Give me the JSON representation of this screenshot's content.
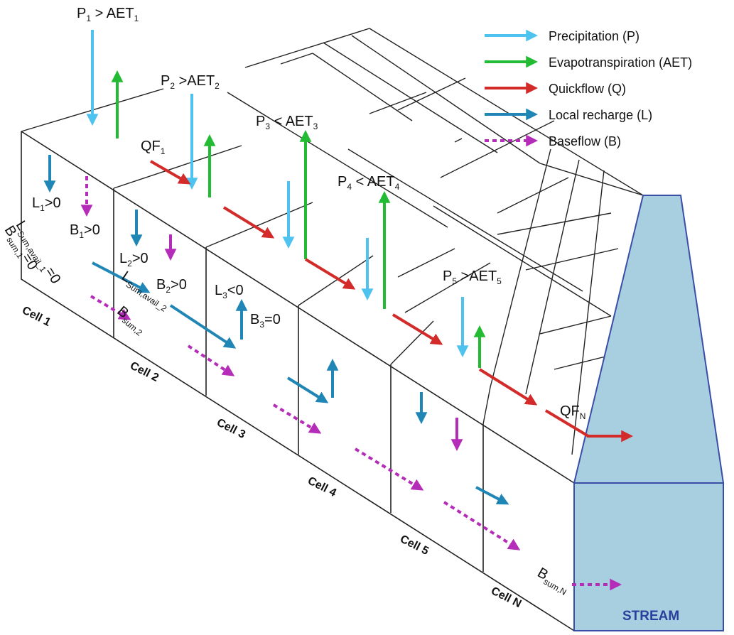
{
  "colors": {
    "precipitation": "#4fc3f0",
    "evapotranspiration": "#22bb33",
    "quickflow": "#d32a2a",
    "recharge": "#1f86b5",
    "baseflow": "#b52cb8",
    "stream_fill": "#a8cfe0",
    "stream_stroke": "#3a4ea8"
  },
  "legend": [
    {
      "label": "Precipitation (P)",
      "kind": "precipitation",
      "style": "solid"
    },
    {
      "label": "Evapotranspiration (AET)",
      "kind": "evapotranspiration",
      "style": "solid"
    },
    {
      "label": "Quickflow (Q)",
      "kind": "quickflow",
      "style": "solid"
    },
    {
      "label": "Local recharge (L)",
      "kind": "recharge",
      "style": "solid"
    },
    {
      "label": "Baseflow (B)",
      "kind": "baseflow",
      "style": "dashed"
    }
  ],
  "cells": [
    "Cell 1",
    "Cell 2",
    "Cell 3",
    "Cell 4",
    "Cell 5",
    "Cell N"
  ],
  "stream_label": "STREAM",
  "labels": {
    "p1": {
      "a": "P",
      "s1": "1",
      "b": " > AET",
      "s2": "1"
    },
    "p2": {
      "a": "P",
      "s1": "2",
      "b": " >AET",
      "s2": "2"
    },
    "p3": {
      "a": "P",
      "s1": "3",
      "b": " < AET",
      "s2": "3"
    },
    "p4": {
      "a": "P",
      "s1": "4",
      "b": " < AET",
      "s2": "4"
    },
    "p5": {
      "a": "P",
      "s1": "5",
      "b": " >AET",
      "s2": "5"
    },
    "qf1": {
      "a": "QF",
      "s1": "1"
    },
    "qfn": {
      "a": "QF",
      "s1": "N"
    },
    "l1": {
      "a": "L",
      "s1": "1",
      "b": ">0"
    },
    "b1": {
      "a": "B",
      "s1": "1",
      "b": ">0"
    },
    "lsum1": {
      "a": "L",
      "s1": "Sum,avail_1",
      "b": "=0"
    },
    "bsum1": {
      "a": "B",
      "s1": "sum,1",
      "b": "=0"
    },
    "l2": {
      "a": "L",
      "s1": "2",
      "b": ">0"
    },
    "b2": {
      "a": "B",
      "s1": "2",
      "b": ">0"
    },
    "lsum2": {
      "a": "L",
      "s1": "Sum,avail_2"
    },
    "bsum2": {
      "a": "B",
      "s1": "sum,2"
    },
    "l3": {
      "a": "L",
      "s1": "3",
      "b": "<0"
    },
    "b3": {
      "a": "B",
      "s1": "3",
      "b": "=0"
    },
    "bsumn": {
      "a": "B",
      "s1": "sum,N"
    }
  }
}
